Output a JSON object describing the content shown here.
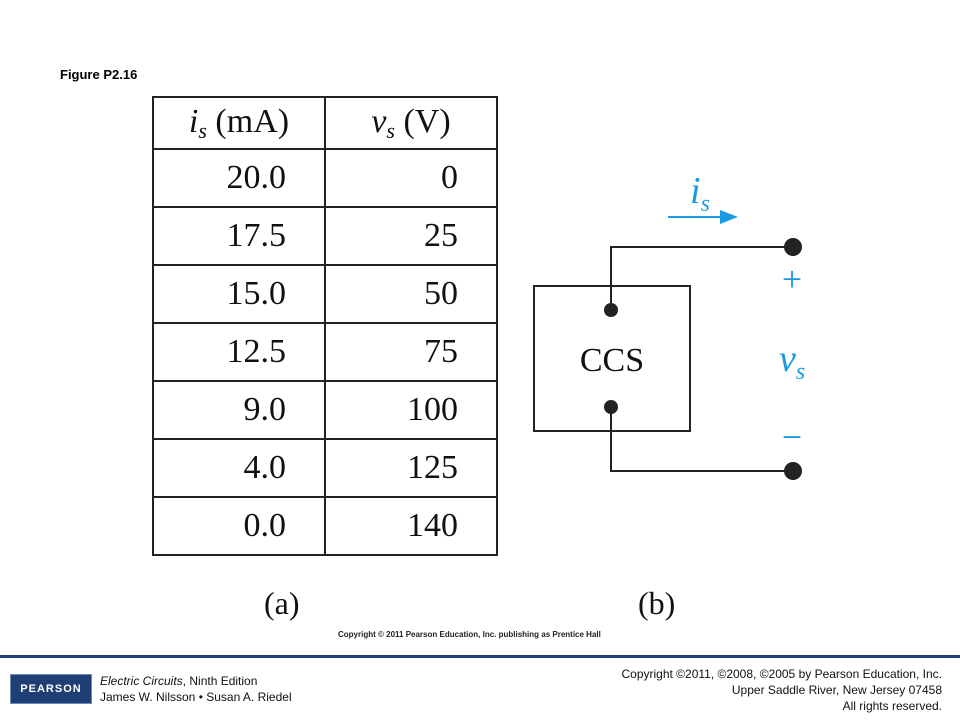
{
  "figure_title": "Figure P2.16",
  "table": {
    "header_col1_var": "i",
    "header_col1_sub": "s",
    "header_col1_unit": "(mA)",
    "header_col2_var": "v",
    "header_col2_sub": "s",
    "header_col2_unit": "(V)",
    "rows": [
      [
        "20.0",
        "0"
      ],
      [
        "17.5",
        "25"
      ],
      [
        "15.0",
        "50"
      ],
      [
        "12.5",
        "75"
      ],
      [
        "9.0",
        "100"
      ],
      [
        "4.0",
        "125"
      ],
      [
        "0.0",
        "140"
      ]
    ]
  },
  "captions": {
    "a": "(a)",
    "b": "(b)"
  },
  "circuit": {
    "box_label": "CCS",
    "current_var": "i",
    "current_sub": "s",
    "voltage_var": "v",
    "voltage_sub": "s",
    "plus": "+",
    "minus": "−",
    "accent_color": "#1a9be0"
  },
  "copyright_small": "Copyright © 2011 Pearson Education, Inc. publishing as Prentice Hall",
  "footer": {
    "logo_text": "PEARSON",
    "book_title": "Electric Circuits",
    "edition": ", Ninth Edition",
    "authors": "James W. Nilsson • Susan A. Riedel",
    "rights_line1": "Copyright ©2011, ©2008, ©2005 by Pearson Education, Inc.",
    "rights_line2": "Upper Saddle River, New Jersey 07458",
    "rights_line3": "All rights reserved."
  }
}
